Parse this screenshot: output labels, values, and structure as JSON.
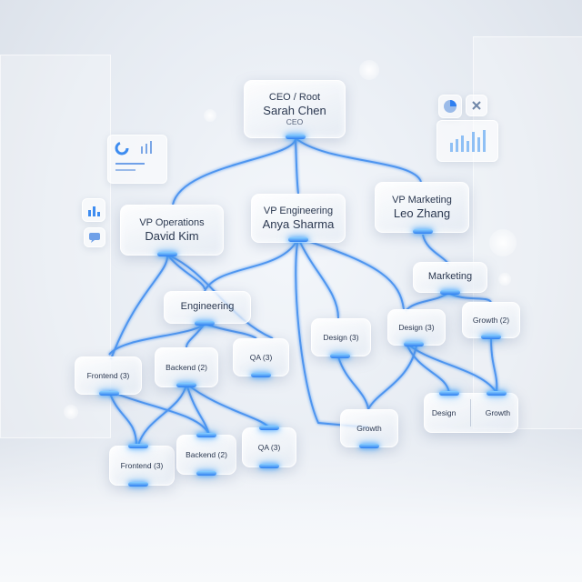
{
  "nodes": {
    "ceo": {
      "role": "CEO / Root",
      "name": "Sarah Chen",
      "title": "CEO"
    },
    "vp_ops": {
      "role": "VP Operations",
      "name": "David Kim"
    },
    "vp_eng": {
      "role": "VP Engineering",
      "name": "Anya Sharma"
    },
    "vp_mkt": {
      "role": "VP Marketing",
      "name": "Leo Zhang"
    },
    "engineering": {
      "label": "Engineering"
    },
    "marketing": {
      "label": "Marketing"
    },
    "frontend_a": {
      "label": "Frontend",
      "count": "(3)"
    },
    "backend_a": {
      "label": "Backend",
      "count": "(2)"
    },
    "qa_a": {
      "label": "QA",
      "count": "(3)"
    },
    "design_a": {
      "label": "Design",
      "count": "(3)"
    },
    "design_b": {
      "label": "Design",
      "count": "(3)"
    },
    "growth_a": {
      "label": "Growth",
      "count": "(2)"
    },
    "growth_b": {
      "label": "Growth"
    },
    "design_growth_pair": {
      "left": "Design",
      "right": "Growth"
    },
    "frontend_b": {
      "label": "Frontend",
      "count": "(3)"
    },
    "backend_b": {
      "label": "Backend",
      "count": "(2)"
    },
    "qa_b": {
      "label": "QA",
      "count": "(3)"
    }
  },
  "decor_icons": [
    "donut-chart-icon",
    "bar-chart-icon",
    "message-icon",
    "pie-chart-icon",
    "close-icon",
    "line-chart-icon"
  ],
  "colors": {
    "link": "#3d8cf0",
    "link_glow": "#8fcfff",
    "connector": "#2f7ff0"
  }
}
